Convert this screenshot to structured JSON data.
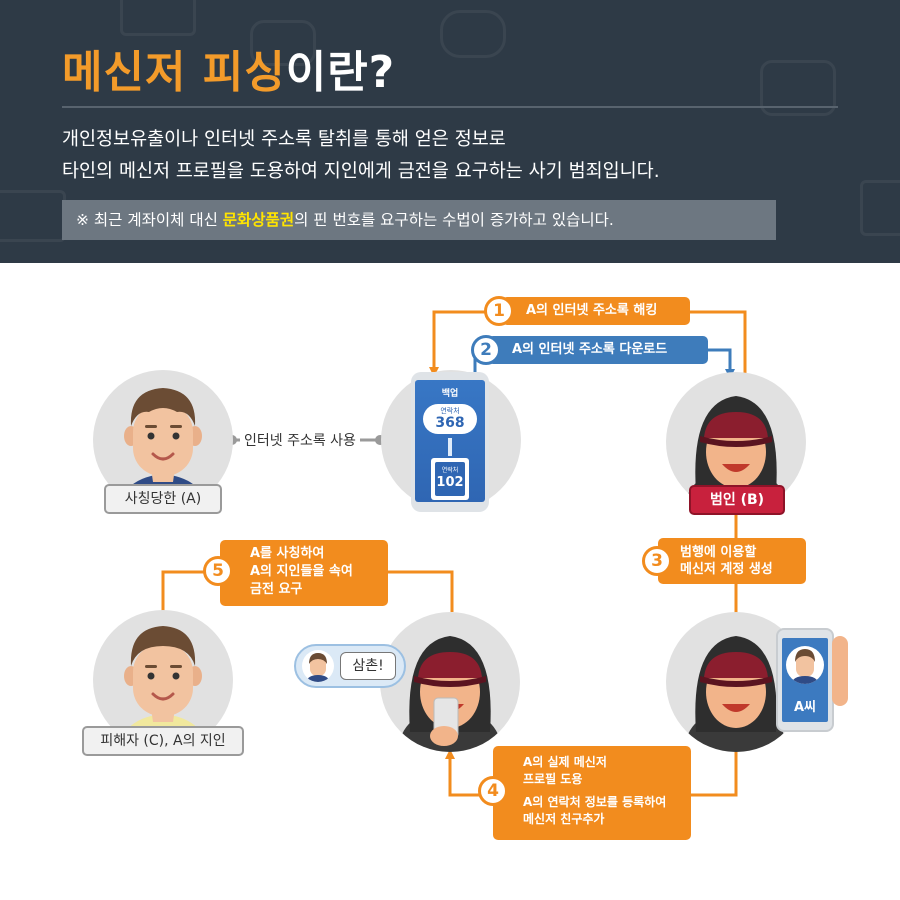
{
  "header": {
    "title_highlight": "메신저 피싱",
    "title_rest": "이란?",
    "desc_line1": "개인정보유출이나 인터넷 주소록 탈취를 통해 얻은 정보로",
    "desc_line2": "타인의 메신저 프로필을 도용하여 지인에게 금전을 요구하는 사기 범죄입니다.",
    "notice_prefix": "※ 최근 계좌이체 대신 ",
    "notice_highlight": "문화상품권",
    "notice_suffix": "의 핀 번호를 요구하는 수법이 증가하고 있습니다."
  },
  "steps": [
    {
      "num": "1",
      "text": "A의 인터넷 주소록 해킹"
    },
    {
      "num": "2",
      "text": "A의 인터넷 주소록 다운로드"
    },
    {
      "num": "3",
      "line1": "범행에 이용할",
      "line2": "메신저 계정 생성"
    },
    {
      "num": "4",
      "line1": "A의 실제 메신저",
      "line2": "프로필 도용",
      "line3": "A의 연락처 정보를 등록하여",
      "line4": "메신저 친구추가"
    },
    {
      "num": "5",
      "line1": "A를 사칭하여",
      "line2": "A의 지인들을 속여",
      "line3": "금전 요구"
    }
  ],
  "labels": {
    "victim_a": "사칭당한 (A)",
    "criminal_b": "범인 (B)",
    "victim_c": "피해자 (C), A의 지인",
    "address_use": "인터넷 주소록 사용"
  },
  "phone": {
    "header": "백업",
    "cloud_label": "연락처",
    "cloud_value": "368",
    "device_label": "연락처",
    "device_value": "102"
  },
  "profile_name": "A씨",
  "chat_text": "삼촌!",
  "colors": {
    "orange": "#f28c1e",
    "blue": "#3e7cbb",
    "red": "#c8213d",
    "header_bg": "#2e3a46",
    "highlight": "#f39b2a",
    "notice_highlight": "#ffe400"
  }
}
